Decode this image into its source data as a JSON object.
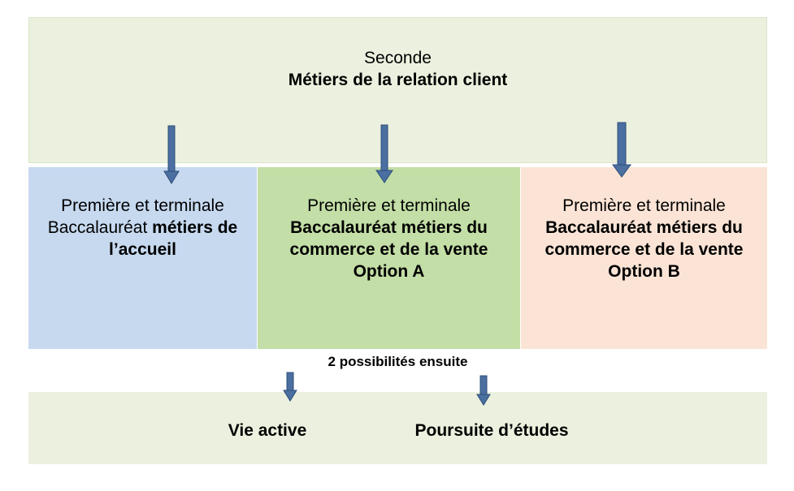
{
  "top": {
    "line1": "Seconde",
    "line2": "Métiers de la relation client"
  },
  "columns": [
    {
      "normal": "Première et terminale Baccalauréat ",
      "bold": "métiers de l’accueil"
    },
    {
      "normal": "Première et terminale",
      "bold": "Baccalauréat métiers du commerce et de la vente Option A"
    },
    {
      "normal": "Première et terminale",
      "bold": "Baccalauréat métiers du commerce et de la vente Option B"
    }
  ],
  "middle_note": "2 possibilités ensuite",
  "outcomes": {
    "left": "Vie active",
    "right": "Poursuite d’études"
  },
  "colors": {
    "top_fill": "#ebf1de",
    "col_a_fill": "#c6d9ef",
    "col_b_fill": "#c3dea6",
    "col_c_fill": "#fbe4d6",
    "bottom_fill": "#ebf1de",
    "arrow": "#4a6fa0"
  }
}
